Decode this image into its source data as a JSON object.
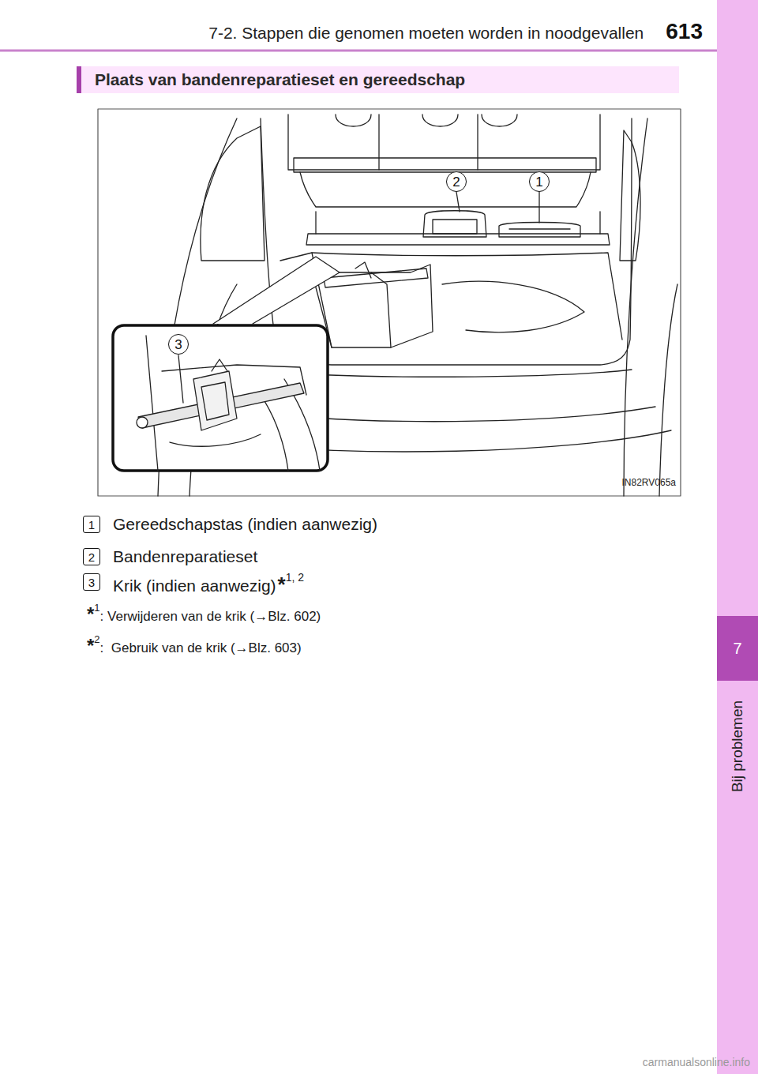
{
  "diagram": {
    "nodes": [
      {
        "text": [
          "Plaats van bandenreparatieset en gereedschap"
        ]
      },
      {
        "text": [
          "7"
        ]
      },
      {
        "text": [
          "2"
        ]
      },
      {
        "text": [
          "1"
        ]
      },
      {
        "text": [
          "3"
        ]
      },
      {
        "text": [
          "1"
        ]
      },
      {
        "text": [
          "2"
        ]
      },
      {
        "text": [
          "3"
        ]
      }
    ],
    "labels": [
      "7-2. Stappen die genomen moeten worden in noodgevallen",
      "613",
      "Bij problemen",
      "IN82RV065a",
      "Gereedschapstas (indien aanwezig)",
      "Bandenreparatieset",
      "Krik (indien aanwezig)",
      "*",
      "1, 2",
      "*",
      "1",
      ": Verwijderen van de krik (→Blz. 602)",
      "*",
      "2",
      ":  Gebruik van de krik (→Blz. 603)",
      "carmanualsonline.info"
    ]
  }
}
